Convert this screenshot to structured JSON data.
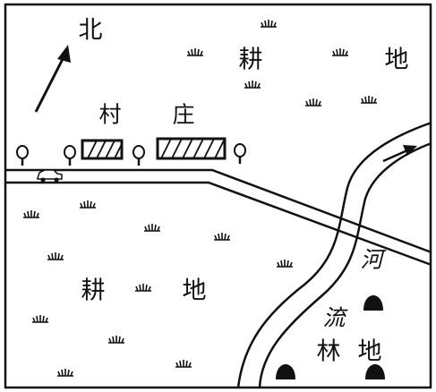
{
  "map": {
    "north_label": "北",
    "village_label_1": "村",
    "village_label_2": "庄",
    "farmland_ne_label_1": "耕",
    "farmland_ne_label_2": "地",
    "farmland_sw_label_1": "耕",
    "farmland_sw_label_2": "地",
    "river_label_1": "河",
    "river_label_2": "流",
    "forest_label_1": "林",
    "forest_label_2": "地",
    "icons": {
      "north_arrow": "arrow-north-icon",
      "tree": "tree-icon",
      "building": "hatched-building-icon",
      "car": "car-icon",
      "grass": "grass-tuft-icon",
      "forest": "forest-mound-icon",
      "river_flow": "flow-arrow-icon"
    },
    "colors": {
      "ink": "#111111",
      "paper": "#ffffff"
    }
  }
}
